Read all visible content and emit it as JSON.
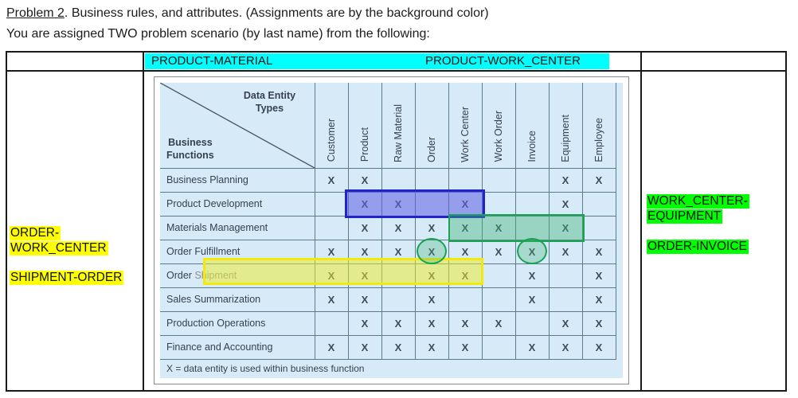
{
  "title": {
    "problem": "Problem 2",
    "rest": ".  Business rules, and attributes. (Assignments are by the background color)"
  },
  "subtitle": "You are assigned TWO problem scenario (by last name) from the following:",
  "scenario_header": {
    "left": "PRODUCT-MATERIAL",
    "right": "PRODUCT-WORK_CENTER"
  },
  "left_assignments": {
    "group1": [
      "ORDER-",
      "WORK_CENTER"
    ],
    "group2": [
      "SHIPMENT-ORDER"
    ]
  },
  "right_assignments": {
    "group1": [
      "WORK_CENTER-",
      "EQUIPMENT"
    ],
    "group2": [
      "ORDER-INVOICE"
    ]
  },
  "matrix": {
    "corner": {
      "top1": "Data Entity",
      "top2": "Types",
      "bottom1": "Business",
      "bottom2": "Functions"
    },
    "columns": [
      "Customer",
      "Product",
      "Raw Material",
      "Order",
      "Work Center",
      "Work Order",
      "Invoice",
      "Equipment",
      "Employee"
    ],
    "x_symbol": "X",
    "rows": [
      {
        "label": "Business Planning",
        "cells": [
          1,
          1,
          0,
          0,
          0,
          0,
          0,
          1,
          1
        ]
      },
      {
        "label": "Product Development",
        "cells": [
          0,
          1,
          1,
          0,
          1,
          0,
          0,
          1,
          0
        ]
      },
      {
        "label": "Materials Management",
        "cells": [
          0,
          1,
          1,
          1,
          1,
          1,
          0,
          1,
          0
        ]
      },
      {
        "label": "Order Fulfillment",
        "cells": [
          1,
          1,
          1,
          1,
          1,
          1,
          1,
          1,
          1
        ]
      },
      {
        "label_prefix": "Order ",
        "label_highlight": "Shipment",
        "cells": [
          1,
          1,
          0,
          1,
          1,
          0,
          1,
          0,
          1
        ]
      },
      {
        "label": "Sales Summarization",
        "cells": [
          1,
          1,
          0,
          1,
          0,
          0,
          1,
          0,
          1
        ]
      },
      {
        "label": "Production Operations",
        "cells": [
          0,
          1,
          1,
          1,
          1,
          1,
          0,
          1,
          1
        ]
      },
      {
        "label": "Finance and Accounting",
        "cells": [
          1,
          1,
          1,
          1,
          1,
          0,
          1,
          1,
          1
        ]
      }
    ],
    "footnote": "X = data entity is used within business function"
  },
  "colors": {
    "cyan": "#00ffff",
    "yellow": "#ffff00",
    "green": "#00ff00",
    "panel": "#d7eaf7",
    "grid": "#5c7b8d",
    "ink": "#35424e",
    "xmark": "#3e4b59",
    "shipgray": "#8d8d8d",
    "blue-border": "#2323cd",
    "blue-fill": "rgba(95,95,228,0.55)",
    "green-border": "#18a351",
    "green-fill": "rgba(60,180,115,0.40)",
    "yellow-border": "#f4e90c",
    "yellow-fill": "rgba(238,238,40,0.50)",
    "circle-fill": "rgba(60,180,115,0.30)",
    "border-dark": "#1a1a1a",
    "frame-gray": "#8a8a8a"
  }
}
